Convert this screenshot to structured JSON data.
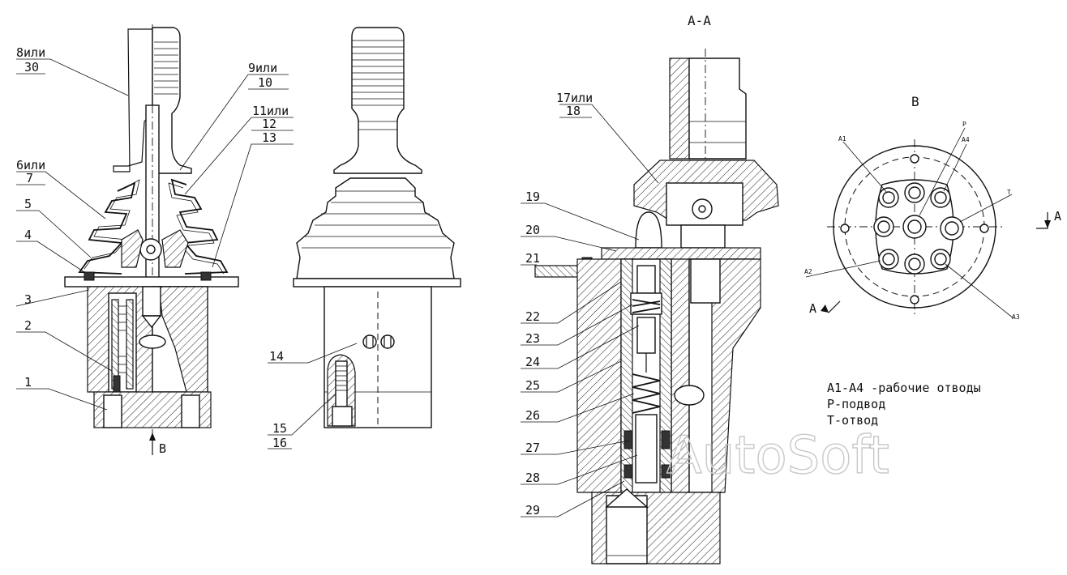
{
  "title_section": "А-А",
  "view_b": "В",
  "arrow_b": "В",
  "section_marker": "А",
  "labels": {
    "l8": "8или",
    "l30": "30",
    "l9": "9или",
    "l10": "10",
    "l11": "11или",
    "l12": "12",
    "l13": "13",
    "l6": "6или",
    "l7": "7",
    "l5": "5",
    "l4": "4",
    "l3": "3",
    "l2": "2",
    "l1": "1",
    "l14": "14",
    "l15": "15",
    "l16": "16",
    "l17": "17или",
    "l18": "18",
    "l19": "19",
    "l20": "20",
    "l21": "21",
    "l22": "22",
    "l23": "23",
    "l24": "24",
    "l25": "25",
    "l26": "26",
    "l27": "27",
    "l28": "28",
    "l29": "29"
  },
  "ports": {
    "a1": "A1",
    "a2": "A2",
    "a3": "A3",
    "a4": "A4",
    "p": "P",
    "t": "T"
  },
  "legend": {
    "line1": "А1-А4 -рабочие отводы",
    "line2": "Р-подвод",
    "line3": "Т-отвод"
  },
  "watermark": "AutoSoft"
}
